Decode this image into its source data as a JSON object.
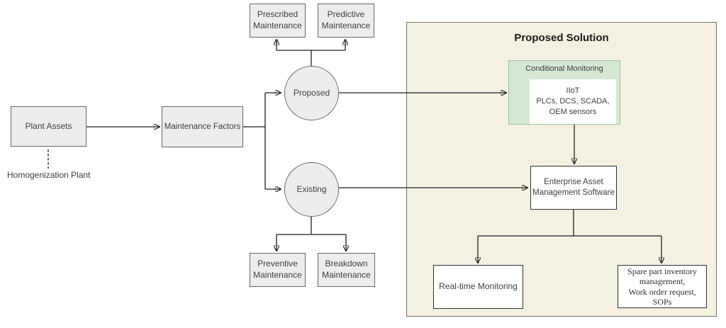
{
  "title": "Proposed Solution",
  "nodes": {
    "plant_assets": "Plant Assets",
    "homogenization_plant": "Homogenization Plant",
    "maintenance_factors": "Maintenance Factors",
    "prescribed_maintenance": "Prescribed\nMaintenance",
    "predictive_maintenance": "Predictive\nMaintenance",
    "proposed": "Proposed",
    "existing": "Existing",
    "preventive_maintenance": "Preventive\nMaintenance",
    "breakdown_maintenance": "Breakdown\nMaintenance",
    "conditional_monitoring": "Conditional Monitoring",
    "iiot_stack": "IIoT\nPLCs, DCS, SCADA,\nOEM sensors",
    "eam_software": "Enterprise Asset\nManagement Software",
    "realtime_monitoring": "Real-time Monitoring",
    "spare_parts": "Spare part inventory\nmanagement,\nWork order request,\nSOPs"
  },
  "colors": {
    "solution_panel_bg": "#f5f1e2",
    "conditional_monitoring_fill": "#d5e8d4",
    "conditional_monitoring_border": "#9bc497",
    "node_fill": "#ededed",
    "node_border": "#666666",
    "connector": "#1f1f1f"
  }
}
